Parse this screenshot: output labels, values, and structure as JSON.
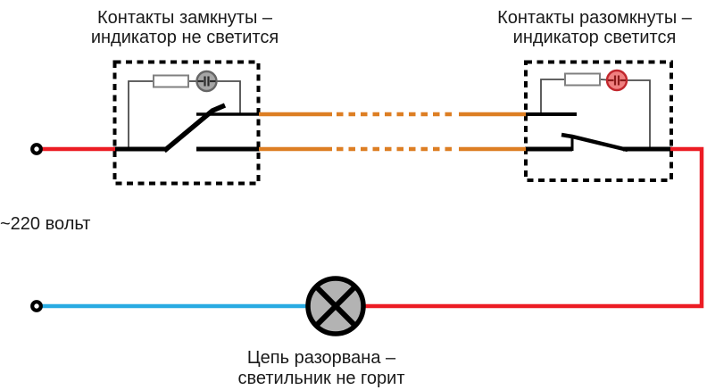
{
  "labels": {
    "switch_left": {
      "line1": "Контакты замкнуты –",
      "line2": "индикатор не светится"
    },
    "switch_right": {
      "line1": "Контакты разомкнуты –",
      "line2": "индикатор светится"
    },
    "voltage": "~220 вольт",
    "lamp": {
      "line1": "Цепь разорвана –",
      "line2": "светильник не горит"
    }
  },
  "colors": {
    "live_wire": "#EC1C24",
    "neutral_wire": "#29ABE2",
    "traveler_wire": "#DD7E23",
    "indicator_off_fill": "#A6A6A6",
    "indicator_off_border": "#666666",
    "indicator_off_electrodes": "#2B2B2B",
    "indicator_on_fill": "#F08080",
    "indicator_on_border": "#C1272D",
    "indicator_on_electrodes": "#8B1A1A",
    "lamp_fill": "#B3B3B3",
    "thin_wire": "#4D4D4D",
    "black_line": "#000000"
  }
}
